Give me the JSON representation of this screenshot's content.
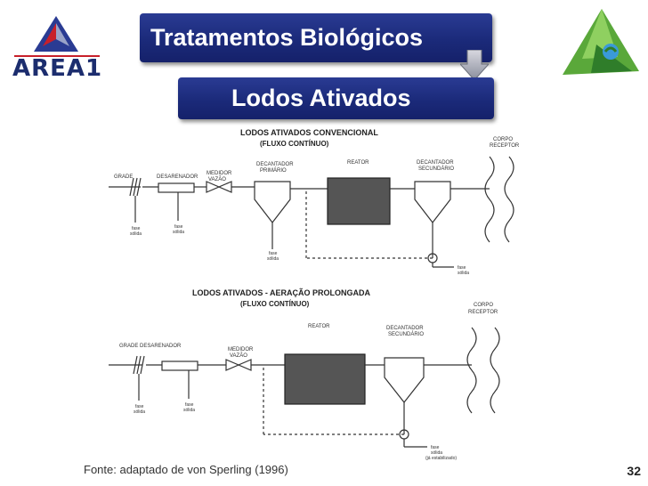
{
  "logo": {
    "text": "AREA1"
  },
  "title": "Tratamentos Biológicos",
  "subtitle": "Lodos Ativados",
  "diagram1": {
    "title": "LODOS ATIVADOS CONVENCIONAL",
    "subtitle": "(FLUXO CONTÍNUO)",
    "labels": {
      "grade": "GRADE",
      "desarenador": "DESARENADOR",
      "medidor1": "MEDIDOR",
      "medidor2": "VAZÃO",
      "decantador_primario1": "DECANTADOR",
      "decantador_primario2": "PRIMÁRIO",
      "reator": "REATOR",
      "decantador_secundario1": "DECANTADOR",
      "decantador_secundario2": "SECUNDÁRIO",
      "corpo1": "CORPO",
      "corpo2": "RECEPTOR",
      "fase": "fase",
      "solida": "sólida"
    }
  },
  "diagram2": {
    "title": "LODOS ATIVADOS - AERAÇÃO PROLONGADA",
    "subtitle": "(FLUXO CONTÍNUO)",
    "labels": {
      "grade_desarenador": "GRADE DESARENADOR",
      "medidor1": "MEDIDOR",
      "medidor2": "VAZÃO",
      "reator": "REATOR",
      "decantador_secundario1": "DECANTADOR",
      "decantador_secundario2": "SECUNDÁRIO",
      "corpo1": "CORPO",
      "corpo2": "RECEPTOR",
      "fase": "fase",
      "solida": "sólida",
      "estabilizado": "(já estabilizado)"
    }
  },
  "footer": "Fonte: adaptado de von Sperling (1996)",
  "page_number": "32",
  "colors": {
    "banner": "#1b2a7a",
    "logo_red": "#c8202a",
    "logo_blue": "#1c2d6e",
    "leaf_green": "#5aa83a"
  }
}
